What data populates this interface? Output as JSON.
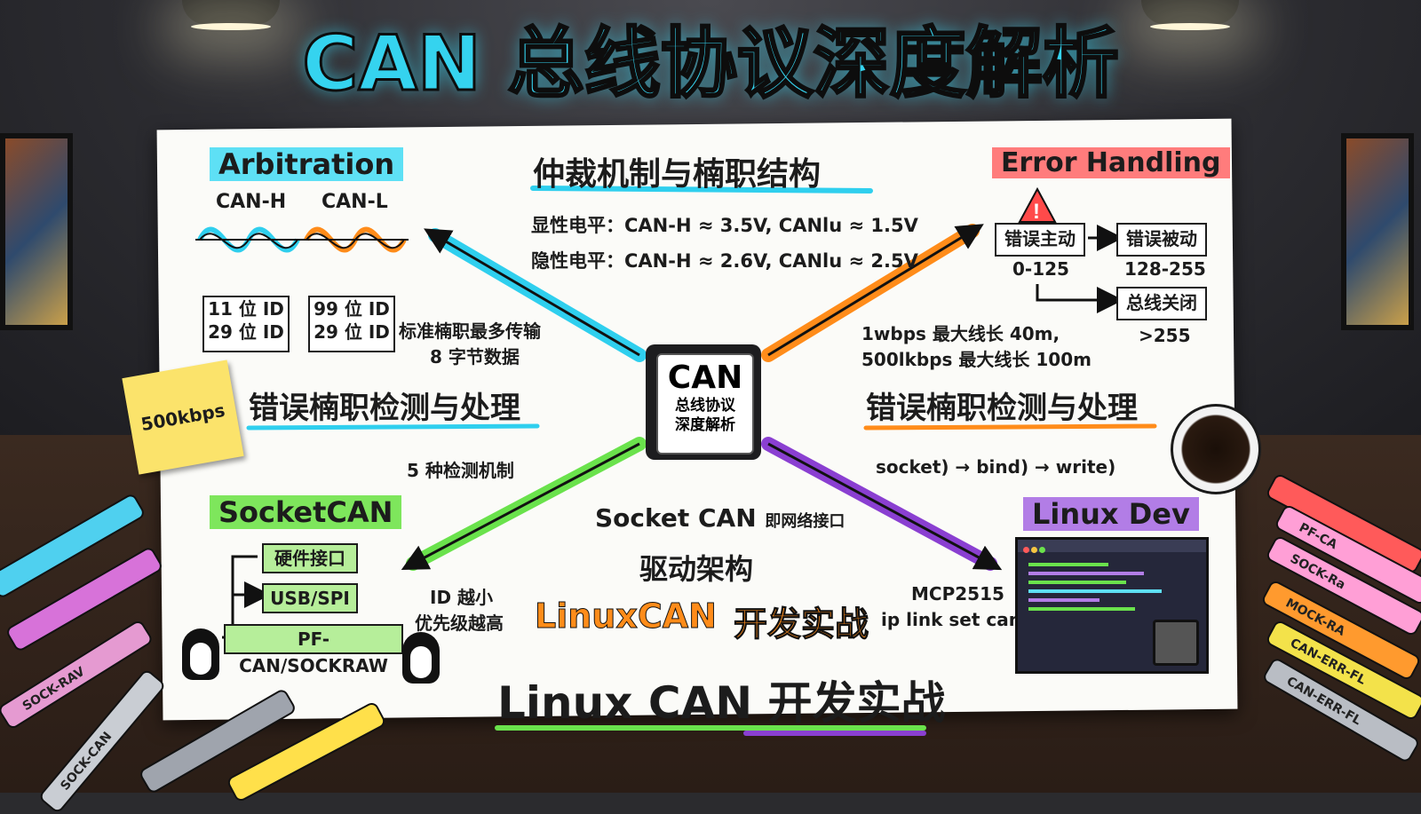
{
  "title": "CAN 总线协议深度解析",
  "center_heading": "仲裁机制与楠职结构",
  "levels": {
    "dominant": "显性电平：CAN-H ≈ 3.5V, CANlu ≈ 1.5V",
    "recessive": "隐性电平：CAN-H ≈ 2.6V, CANlu ≈ 2.5V"
  },
  "arbitration": {
    "tag": "Arbitration",
    "can_h": "CAN-H",
    "can_l": "CAN-L",
    "id_box_1": [
      "11 位 ID",
      "29 位 ID"
    ],
    "id_box_2": [
      "99 位 ID",
      "29 位 ID"
    ],
    "payload": [
      "标准楠职最多传输",
      "8 字节数据"
    ]
  },
  "error": {
    "tag": "Error Handling",
    "active": "错误主动",
    "passive": "错误被动",
    "busoff": "总线关闭",
    "active_range": "0-125",
    "passive_range": "128-255",
    "busoff_range": ">255"
  },
  "speed": [
    "1wbps 最大线长 40m,",
    "500lkbps 最大线长 100m"
  ],
  "error_heading": "错误楠职检测与处理",
  "detect": "5 种检测机制",
  "sticky": "500kbps",
  "chip": {
    "name": "CAN",
    "line1": "总线协议",
    "line2": "深度解析"
  },
  "socketcan": {
    "tag": "SocketCAN",
    "items": [
      "硬件接口",
      "USB/SPI",
      "PF-CAN/SOCKRAW"
    ]
  },
  "priority": [
    "ID 越小",
    "优先级越高"
  ],
  "socket_interface": {
    "main": "Socket CAN",
    "small": "即网络接口"
  },
  "driver": "驱动架构",
  "linux_label": "Linux CAN 开发实战",
  "linux_label_orange_1": "LinuxCAN",
  "linux_label_orange_2": "开发实战",
  "linux_dev": {
    "tag": "Linux Dev",
    "api": "socket) → bind) → write)",
    "mcp": "MCP2515",
    "iplink": "ip link set can o"
  },
  "markers": [
    "SOCK-RAV",
    "SOCK-CAN",
    "PF-CA",
    "SOCK-Ra",
    "MOCK-RA",
    "CAN-ERR-FL",
    "CAN-ERR-FL"
  ],
  "colors": {
    "cyan": "#2fcfee",
    "orange": "#ff8c1a",
    "green": "#6ae24c",
    "purple": "#8a3fd1",
    "red": "#ff5a5a"
  }
}
